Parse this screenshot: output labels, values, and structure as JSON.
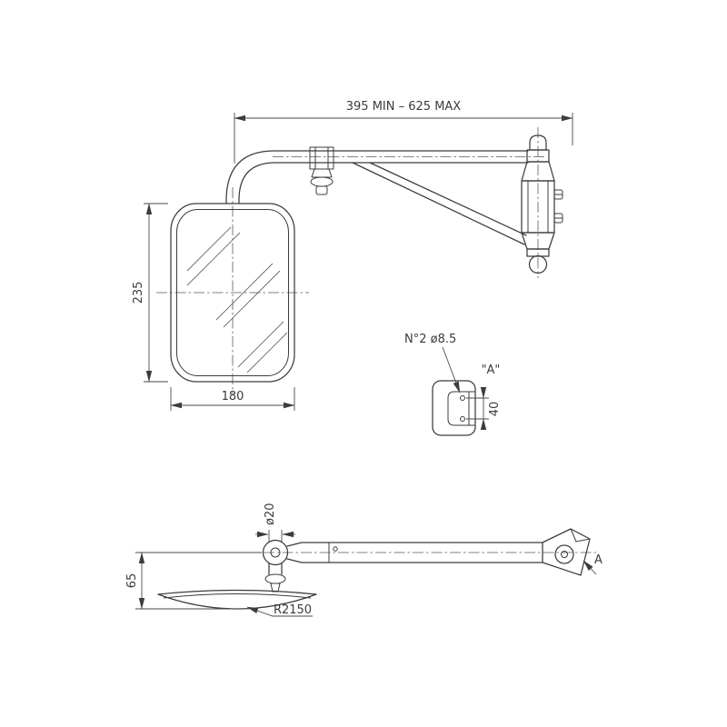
{
  "drawing": {
    "front_view": {
      "arm_range": "395 MIN – 625 MAX",
      "mirror_height": "235",
      "mirror_width": "180"
    },
    "detail_view": {
      "holes_note": "N°2 ø8.5",
      "view_title": "\"A\"",
      "hole_spacing": "40"
    },
    "side_view": {
      "tube_diameter": "ø20",
      "offset_height": "65",
      "glass_radius": "R2150",
      "view_arrow_label": "A"
    },
    "colors": {
      "line": "#3c3c3c",
      "background": "#ffffff"
    }
  }
}
